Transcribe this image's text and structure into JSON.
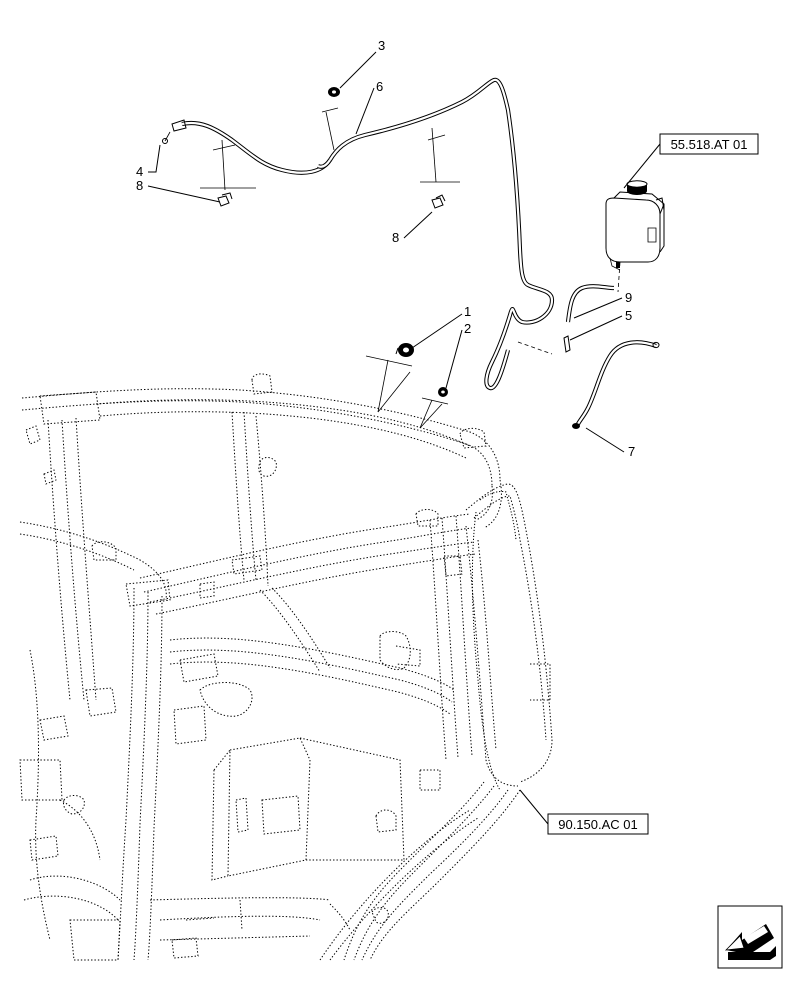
{
  "callouts": [
    {
      "id": "c1",
      "text": "1"
    },
    {
      "id": "c2",
      "text": "2"
    },
    {
      "id": "c3",
      "text": "3"
    },
    {
      "id": "c4",
      "text": "4"
    },
    {
      "id": "c5",
      "text": "5"
    },
    {
      "id": "c6",
      "text": "6"
    },
    {
      "id": "c7",
      "text": "7"
    },
    {
      "id": "c8a",
      "text": "8"
    },
    {
      "id": "c8b",
      "text": "8"
    },
    {
      "id": "c9",
      "text": "9"
    }
  ],
  "references": {
    "reservoir": "55.518.AT 01",
    "cab_frame": "90.150.AC 01"
  },
  "navigation": {
    "icon": "view-direction-arrow-icon"
  }
}
